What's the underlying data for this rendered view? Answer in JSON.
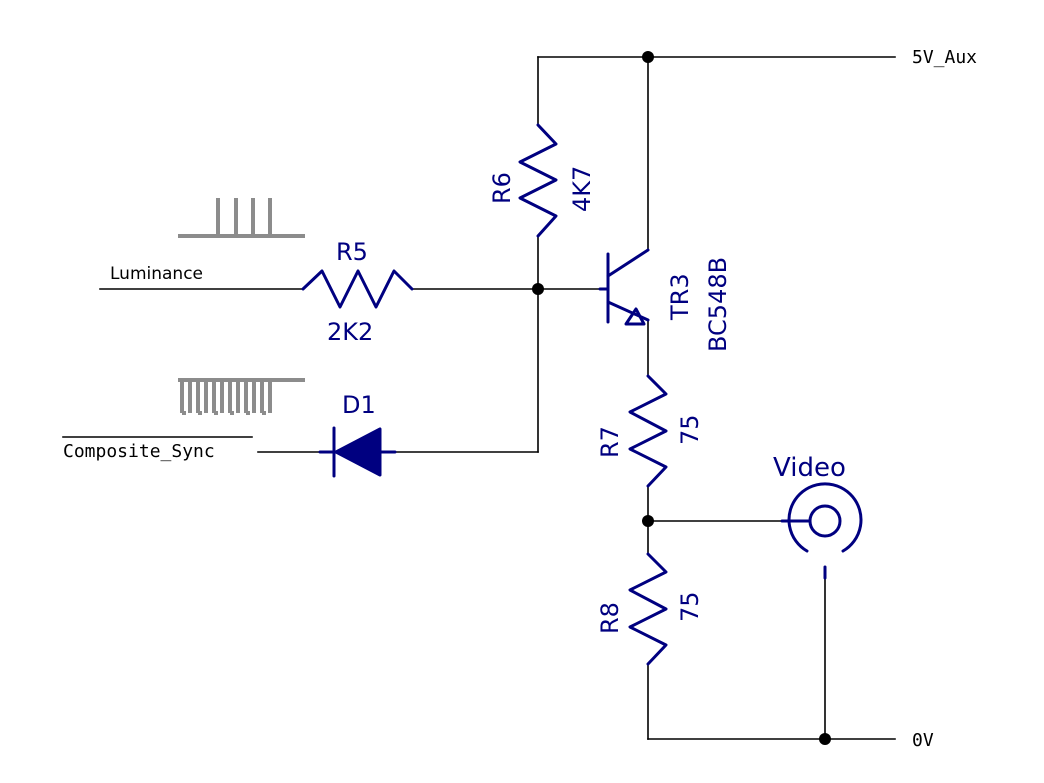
{
  "nets": {
    "supply": "5V_Aux",
    "ground": "0V",
    "luminance": "Luminance",
    "composite_sync": "Composite_Sync"
  },
  "components": {
    "r5": {
      "ref": "R5",
      "value": "2K2"
    },
    "r6": {
      "ref": "R6",
      "value": "4K7"
    },
    "r7": {
      "ref": "R7",
      "value": "75"
    },
    "r8": {
      "ref": "R8",
      "value": "75"
    },
    "d1": {
      "ref": "D1"
    },
    "tr3": {
      "ref": "TR3",
      "value": "BC548B"
    },
    "video": {
      "label": "Video"
    }
  },
  "colors": {
    "wire": "#000000",
    "component": "#000080",
    "waveform": "#8c8c8c"
  }
}
